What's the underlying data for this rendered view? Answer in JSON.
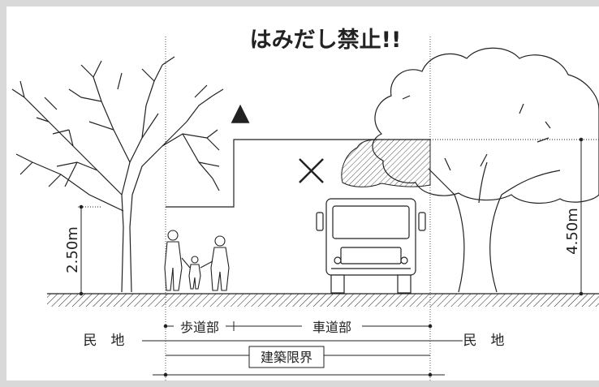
{
  "title": "はみだし禁止!!",
  "symbols": {
    "triangle": "▲",
    "cross": "×"
  },
  "dimensions": {
    "left_height": "2.50m",
    "right_height": "4.50m"
  },
  "labels": {
    "private_left": "民　地",
    "sidewalk": "歩道部",
    "roadway": "車道部",
    "private_right": "民　地",
    "clearance": "建築限界"
  },
  "colors": {
    "line": "#222222",
    "frame": "#d9d9d9"
  }
}
